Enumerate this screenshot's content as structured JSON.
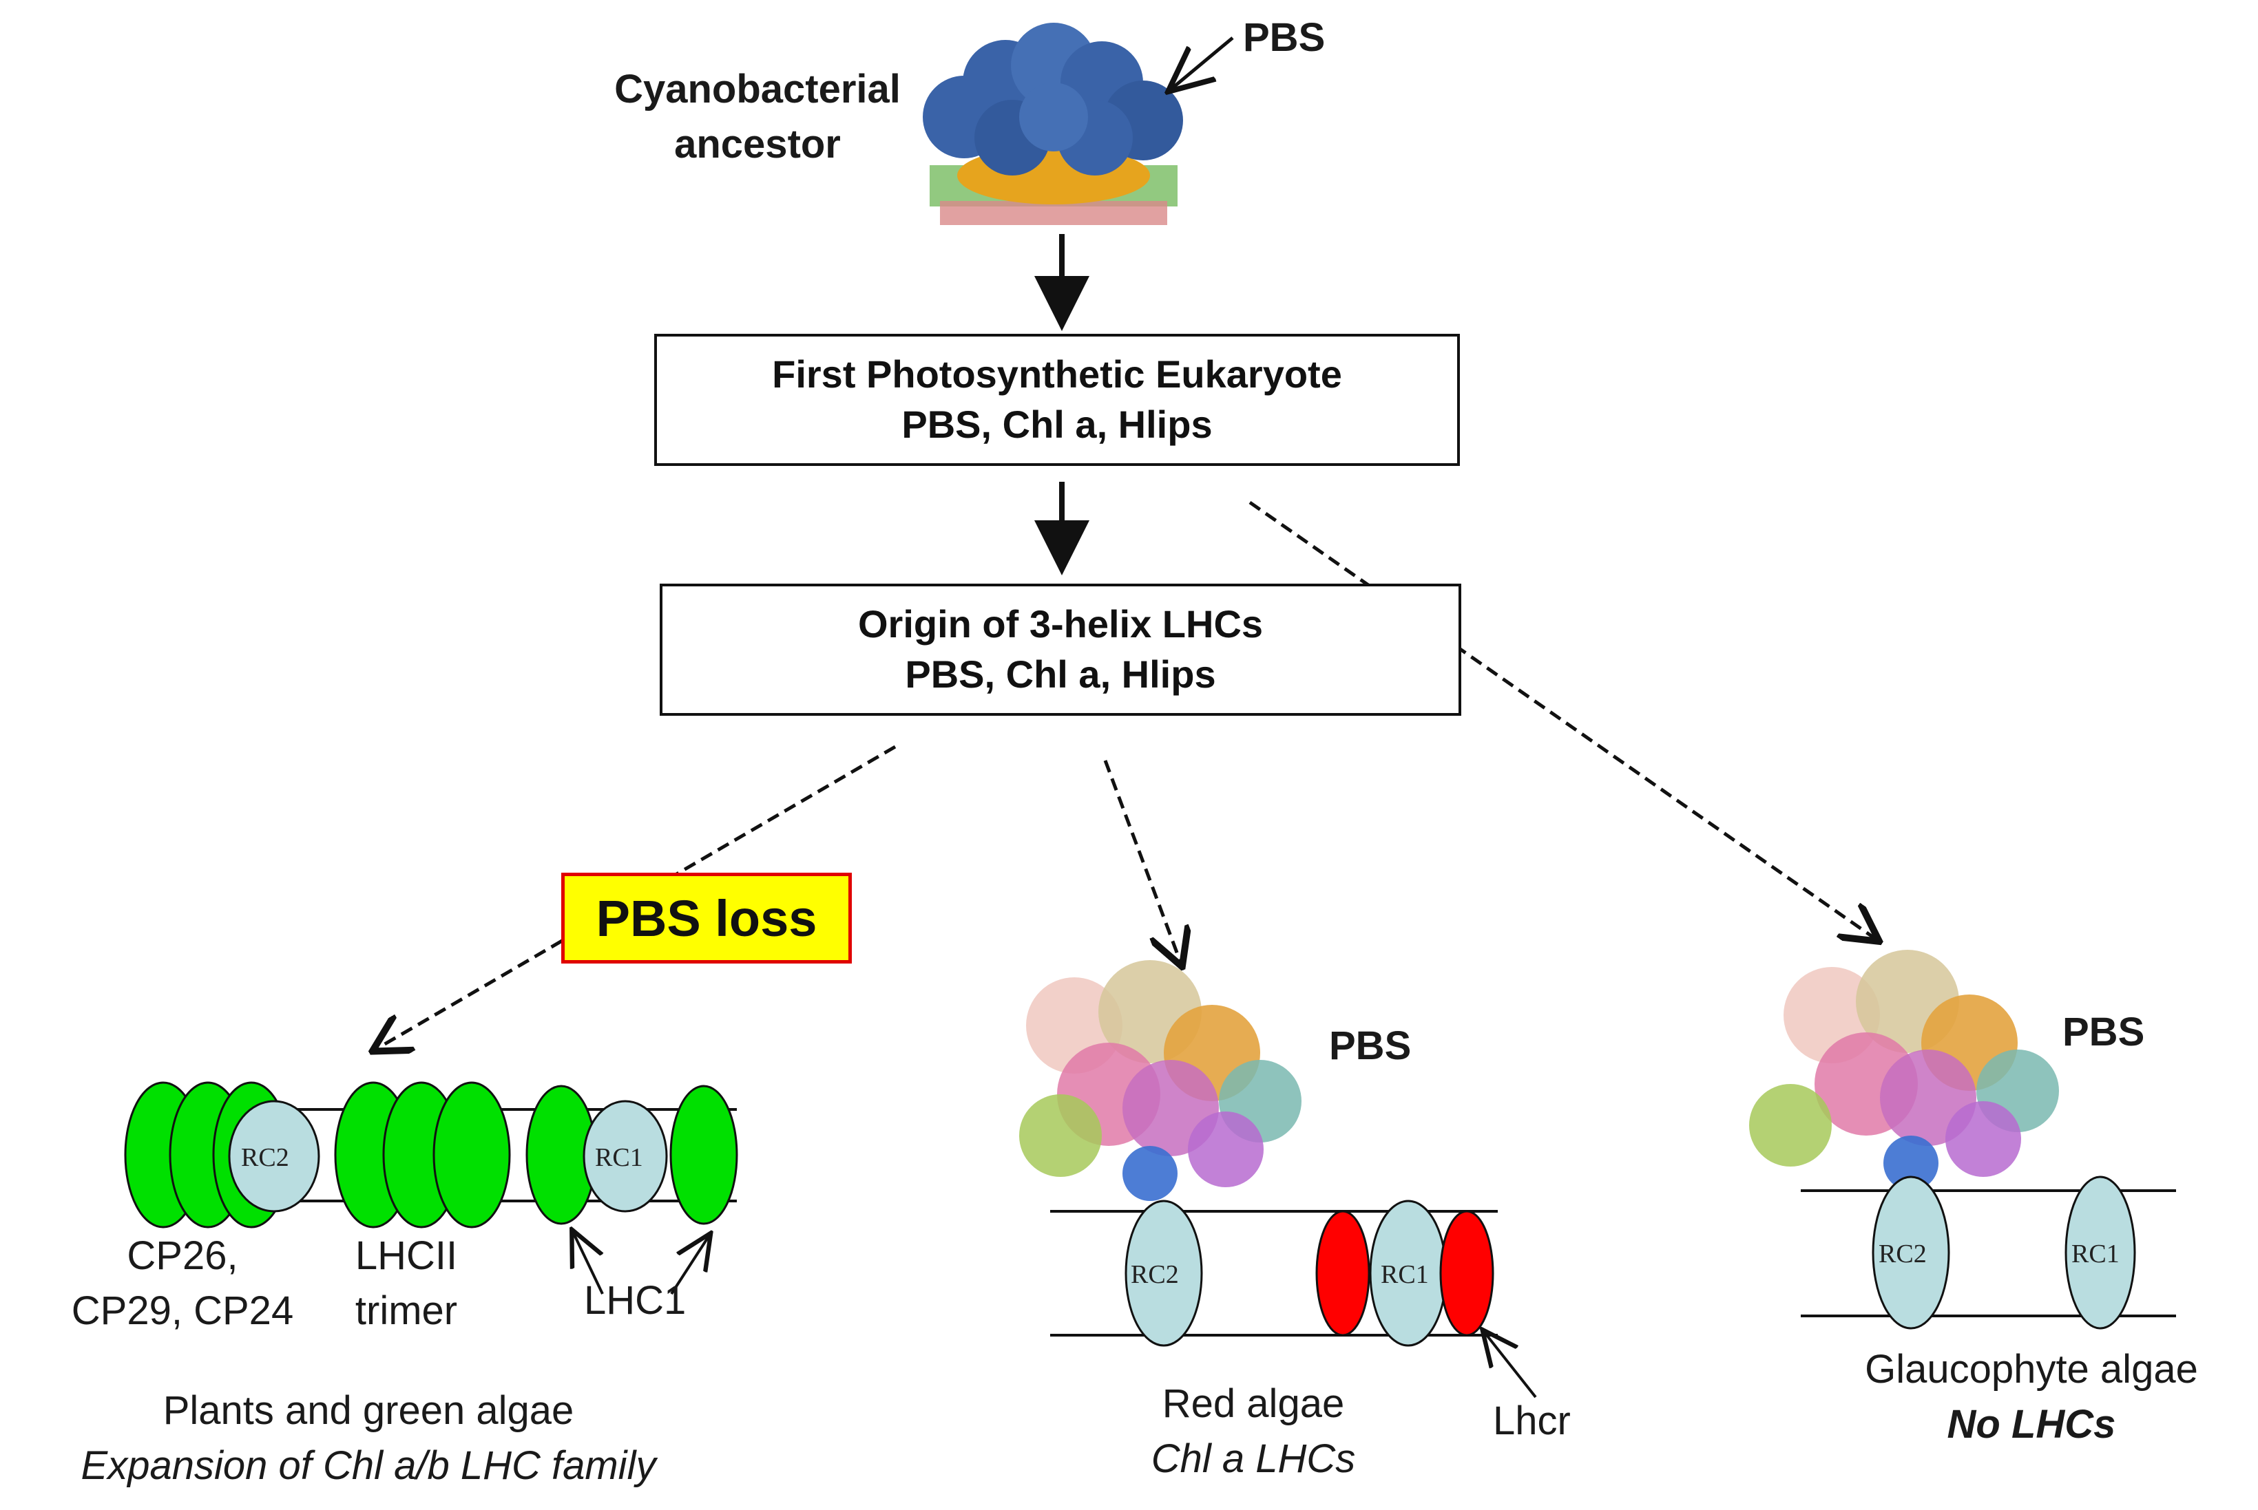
{
  "top": {
    "ancestor_label": [
      "Cyanobacterial",
      "ancestor"
    ],
    "pbs_label": "PBS"
  },
  "boxes": {
    "first_eukaryote": {
      "line1": "First Photosynthetic Eukaryote",
      "line2": "PBS, Chl a, Hlips"
    },
    "origin_lhc": {
      "line1": "Origin of 3-helix LHCs",
      "line2": "PBS, Chl a, Hlips"
    }
  },
  "pbs_loss": "PBS loss",
  "green_lineage": {
    "rc2": "RC2",
    "rc1": "RC1",
    "cp_label": [
      "CP26,",
      "CP29, CP24"
    ],
    "lhcii_label": [
      "LHCII",
      "trimer"
    ],
    "lhc1_label": "LHC1",
    "title": "Plants and green algae",
    "subtitle": "Expansion of Chl a/b LHC family"
  },
  "red_lineage": {
    "pbs_label": "PBS",
    "rc2": "RC2",
    "rc1": "RC1",
    "lhcr_label": "Lhcr",
    "title": "Red algae",
    "subtitle": "Chl a LHCs"
  },
  "glaucophyte_lineage": {
    "pbs_label": "PBS",
    "rc2": "RC2",
    "rc1": "RC1",
    "title": "Glaucophyte algae",
    "subtitle": "No LHCs"
  },
  "colors": {
    "lhc_green": "#00e000",
    "lhc_red": "#ff0000",
    "reaction_center": "#b9dde0",
    "pbs_blue": "#3a63a8",
    "loss_fill": "#ffff00",
    "loss_border": "#e00000"
  }
}
